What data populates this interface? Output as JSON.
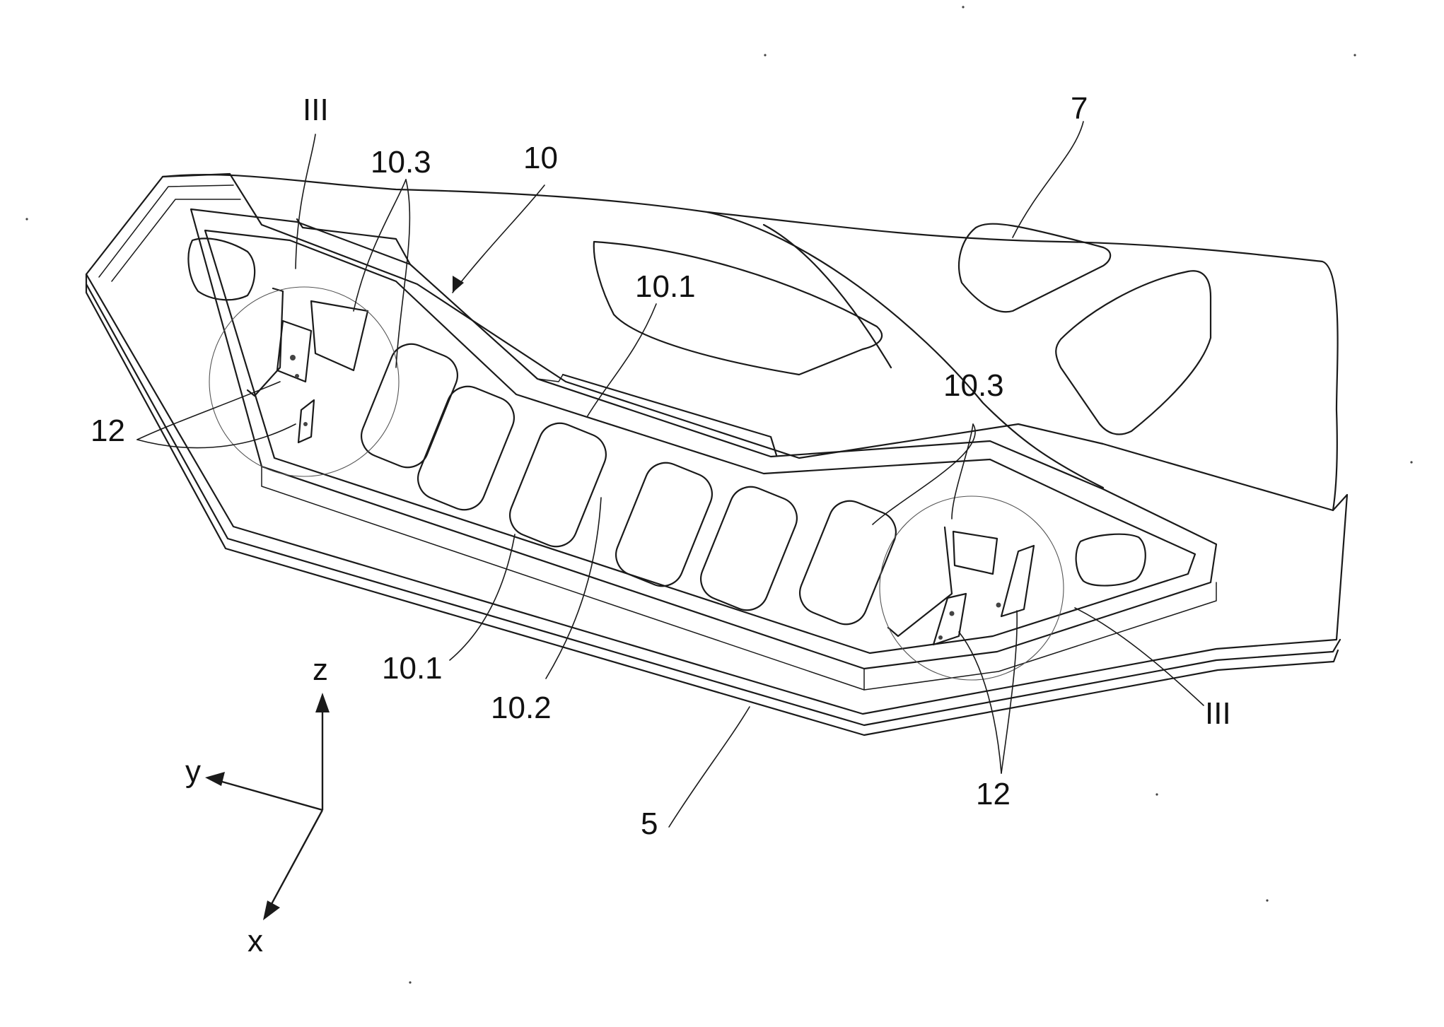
{
  "labels": {
    "part_10": "10",
    "part_7": "7",
    "part_5": "5",
    "rib_10_1_top": "10.1",
    "rib_10_1_bottom": "10.1",
    "web_10_2": "10.2",
    "pocket_10_3_left": "10.3",
    "pocket_10_3_right": "10.3",
    "bracket_12_left": "12",
    "bracket_12_right": "12",
    "detail_III_left": "III",
    "detail_III_right": "III"
  },
  "axes": {
    "z": "z",
    "y": "y",
    "x": "x"
  },
  "colors": {
    "ink": "#1a1a1a",
    "paper": "#ffffff"
  }
}
